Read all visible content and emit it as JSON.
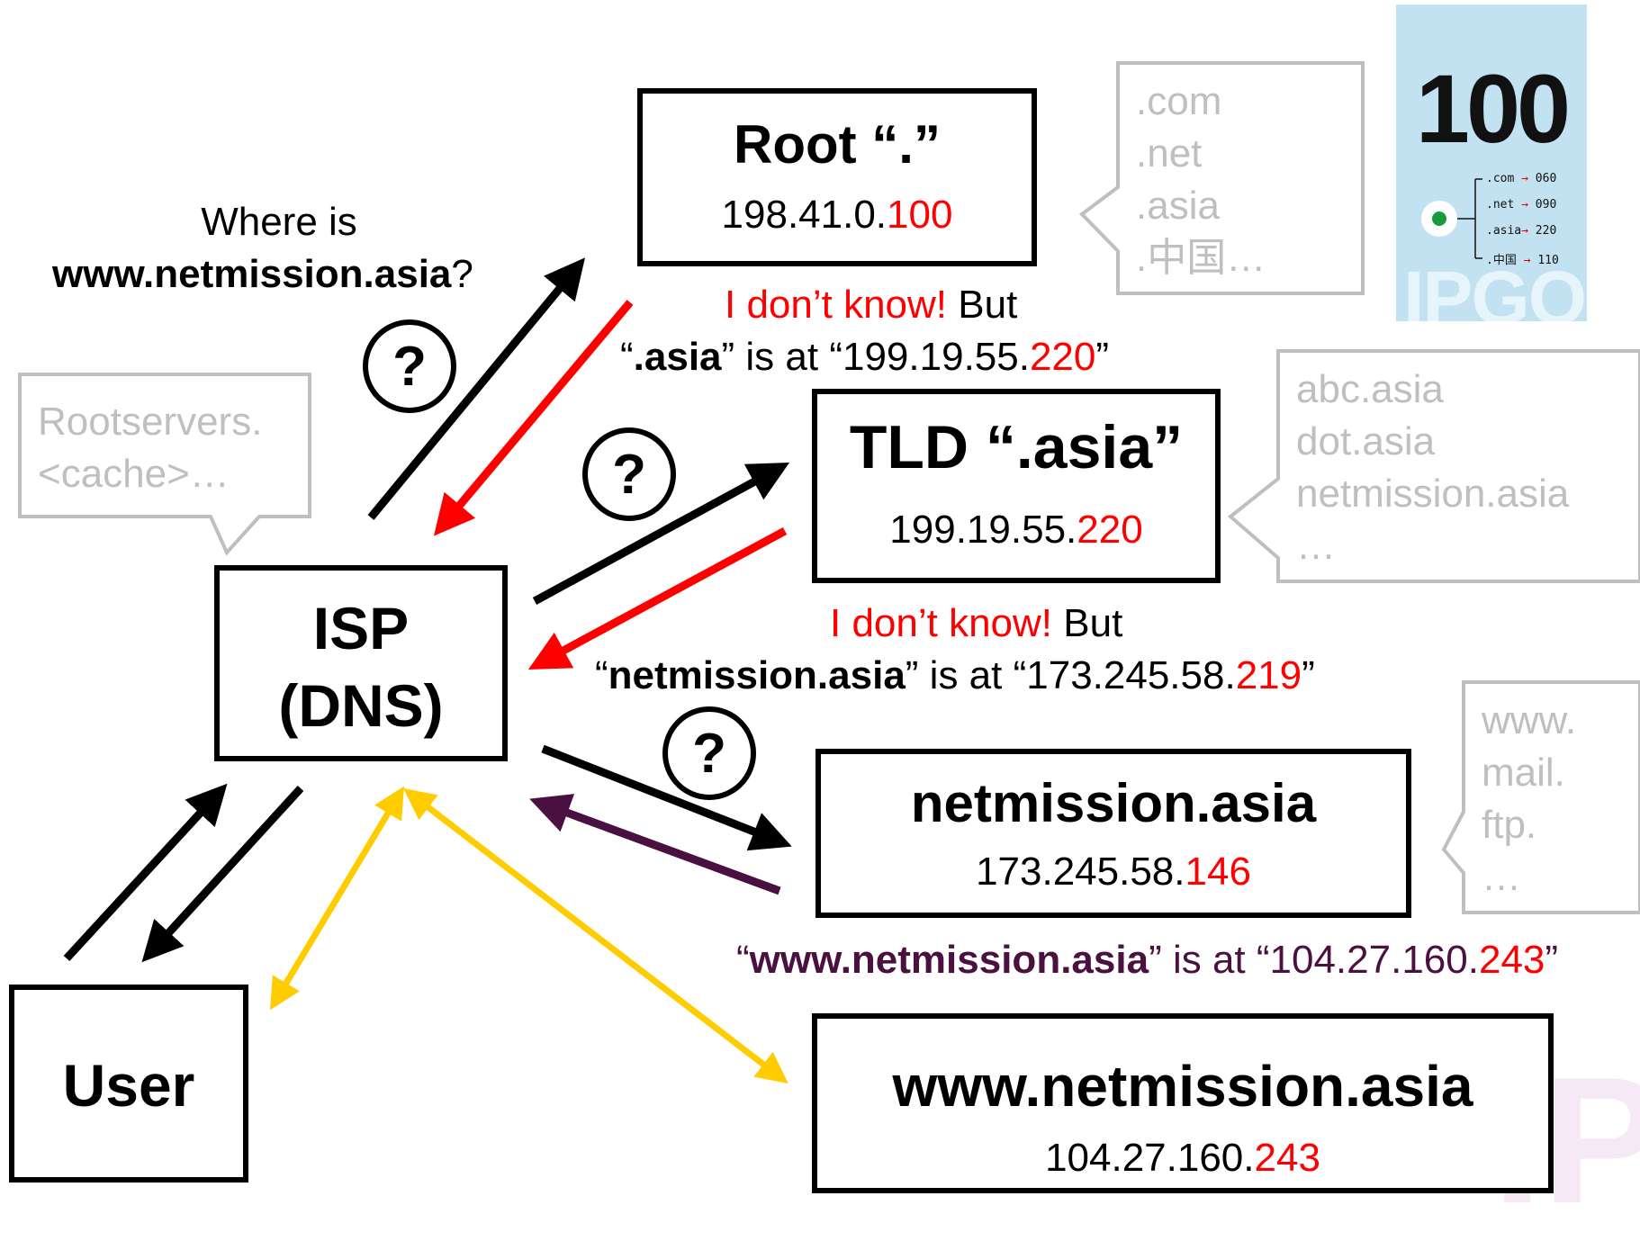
{
  "question": {
    "line1": "Where is",
    "domain": "www.netmission.asia",
    "mark": "?"
  },
  "question_badge": "?",
  "nodes": {
    "root": {
      "title": "Root “.”",
      "ip_prefix": "198.41.0.",
      "ip_suffix": "100"
    },
    "tld": {
      "title": "TLD “.asia”",
      "ip_prefix": "199.19.55.",
      "ip_suffix": "220"
    },
    "authoritative": {
      "title": "netmission.asia",
      "ip_prefix": "173.245.58.",
      "ip_suffix": "146"
    },
    "web": {
      "title": "www.netmission.asia",
      "ip_prefix": "104.27.160.",
      "ip_suffix": "243"
    },
    "isp": {
      "line1": "ISP",
      "line2": "(DNS)"
    },
    "user": {
      "label": "User"
    }
  },
  "replies": {
    "root": {
      "idk": "I don’t know!",
      "but": " But",
      "open_q": "“",
      "name": ".asia",
      "mid": "” is at “",
      "ip_prefix": "199.19.55.",
      "ip_suffix": "220",
      "close_q": "”"
    },
    "tld": {
      "idk": "I don’t know!",
      "but": " But",
      "open_q": "“",
      "name": "netmission.asia",
      "mid": "” is at “",
      "ip_prefix": "173.245.58.",
      "ip_suffix": "219",
      "close_q": "”"
    },
    "authoritative": {
      "open_q": "“",
      "name": "www.netmission.asia",
      "mid": "” is at “",
      "ip_prefix": "104.27.160.",
      "ip_suffix": "243",
      "close_q": "”"
    }
  },
  "callouts": {
    "root_zone": [
      ".com",
      ".net",
      ".asia",
      ".中国…"
    ],
    "tld_zone": [
      "abc.asia",
      "dot.asia",
      "netmission.asia",
      "…"
    ],
    "domain_zone": [
      "www.",
      "mail.",
      "ftp.",
      "…"
    ],
    "isp_cache": [
      "Rootservers.",
      "<cache>…"
    ]
  },
  "logo": {
    "number": "100",
    "rows": [
      {
        "tld": ".com",
        "code": "060"
      },
      {
        "tld": ".net",
        "code": "090"
      },
      {
        "tld": ".asia",
        "code": "220"
      },
      {
        "tld": ".中国",
        "code": "110"
      }
    ],
    "watermark": "IPGO"
  },
  "corner_watermark": "IP",
  "colors": {
    "query_arrow": "#000000",
    "referral_arrow": "#ff0000",
    "answer_arrow": "#4a1040",
    "traffic_arrow": "#ffcc00",
    "ip_highlight": "#ff0000",
    "callout_text": "#bfbfbf",
    "logo_background": "#c2e2f1"
  }
}
